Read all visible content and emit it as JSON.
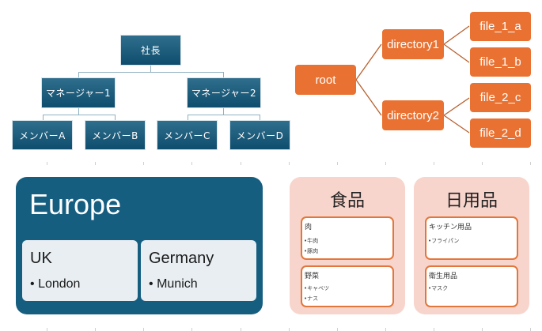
{
  "org_chart": {
    "root": "社長",
    "managers": [
      {
        "label": "マネージャー1",
        "members": [
          "メンバーA",
          "メンバーB"
        ]
      },
      {
        "label": "マネージャー2",
        "members": [
          "メンバーC",
          "メンバーD"
        ]
      }
    ],
    "colors": {
      "box": "#0f4d6e",
      "line": "#8fb0c0"
    }
  },
  "file_tree": {
    "root": "root",
    "directories": [
      {
        "label": "directory1",
        "files": [
          "file_1_a",
          "file_1_b"
        ]
      },
      {
        "label": "directory2",
        "files": [
          "file_2_c",
          "file_2_d"
        ]
      }
    ],
    "colors": {
      "box": "#e97232",
      "line": "#b8602e"
    }
  },
  "europe_card": {
    "title": "Europe",
    "countries": [
      {
        "name": "UK",
        "bullet": "•",
        "cities": [
          "London"
        ]
      },
      {
        "name": "Germany",
        "bullet": "•",
        "cities": [
          "Munich"
        ]
      }
    ],
    "colors": {
      "card": "#165e80",
      "sub": "#e8eef2"
    }
  },
  "category_cards": [
    {
      "title": "食品",
      "groups": [
        {
          "title": "肉",
          "items": [
            "•牛肉",
            "•豚肉"
          ]
        },
        {
          "title": "野菜",
          "items": [
            "•キャベツ",
            "•ナス"
          ]
        }
      ]
    },
    {
      "title": "日用品",
      "groups": [
        {
          "title": "キッチン用品",
          "items": [
            "•フライパン"
          ]
        },
        {
          "title": "衛生用品",
          "items": [
            "•マスク"
          ]
        }
      ]
    }
  ],
  "category_colors": {
    "card": "#f8d5cc",
    "border": "#e3763a"
  }
}
